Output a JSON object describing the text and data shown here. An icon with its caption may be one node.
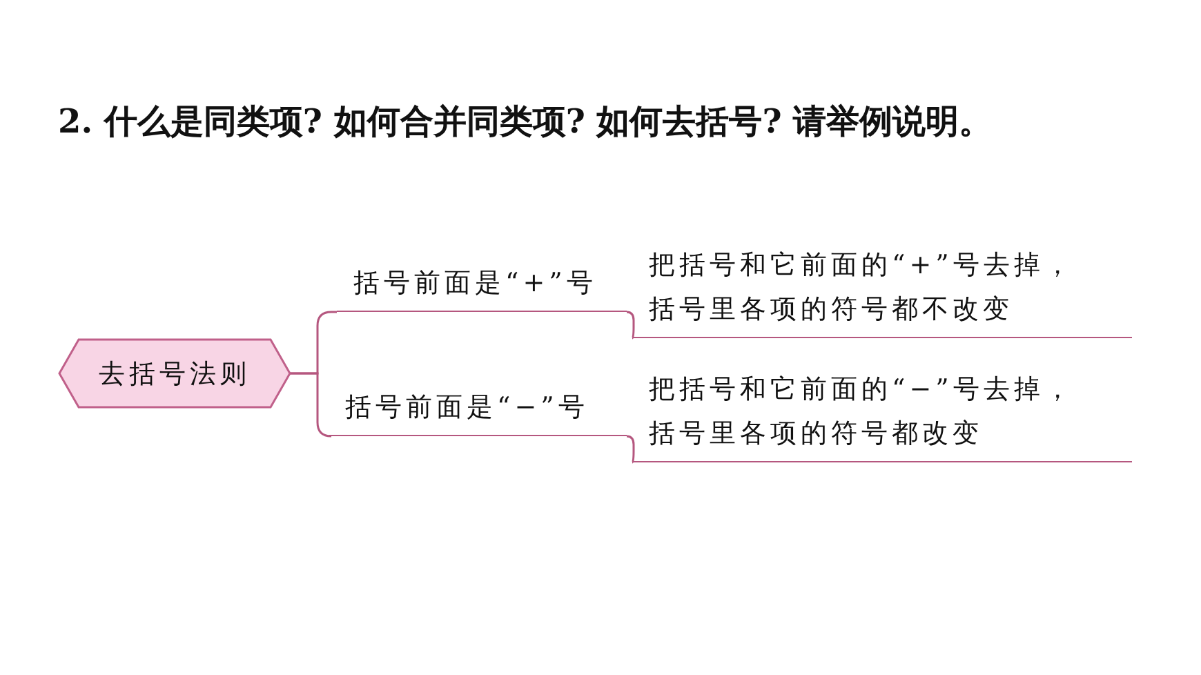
{
  "diagram": {
    "title": "2. 什么是同类项? 如何合并同类项? 如何去括号? 请举例说明。",
    "nodes": [
      {
        "text": [
          "去括号法则"
        ]
      },
      {
        "text": [
          "括号前面是“+”号"
        ]
      },
      {
        "text": [
          "把括号和它前面的“+”号去掉，括号里各项的符号都不改变"
        ]
      },
      {
        "text": [
          "括号前面是“−”号"
        ]
      },
      {
        "text": [
          "把括号和它前面的“−”号去掉，括号里各项的符号都改变"
        ]
      }
    ],
    "edges": [
      {
        "from": 0,
        "to": 1,
        "arrow": "none"
      },
      {
        "from": 1,
        "to": 2,
        "arrow": "none"
      },
      {
        "from": 0,
        "to": 3,
        "arrow": "none"
      },
      {
        "from": 3,
        "to": 4,
        "arrow": "none"
      }
    ]
  }
}
